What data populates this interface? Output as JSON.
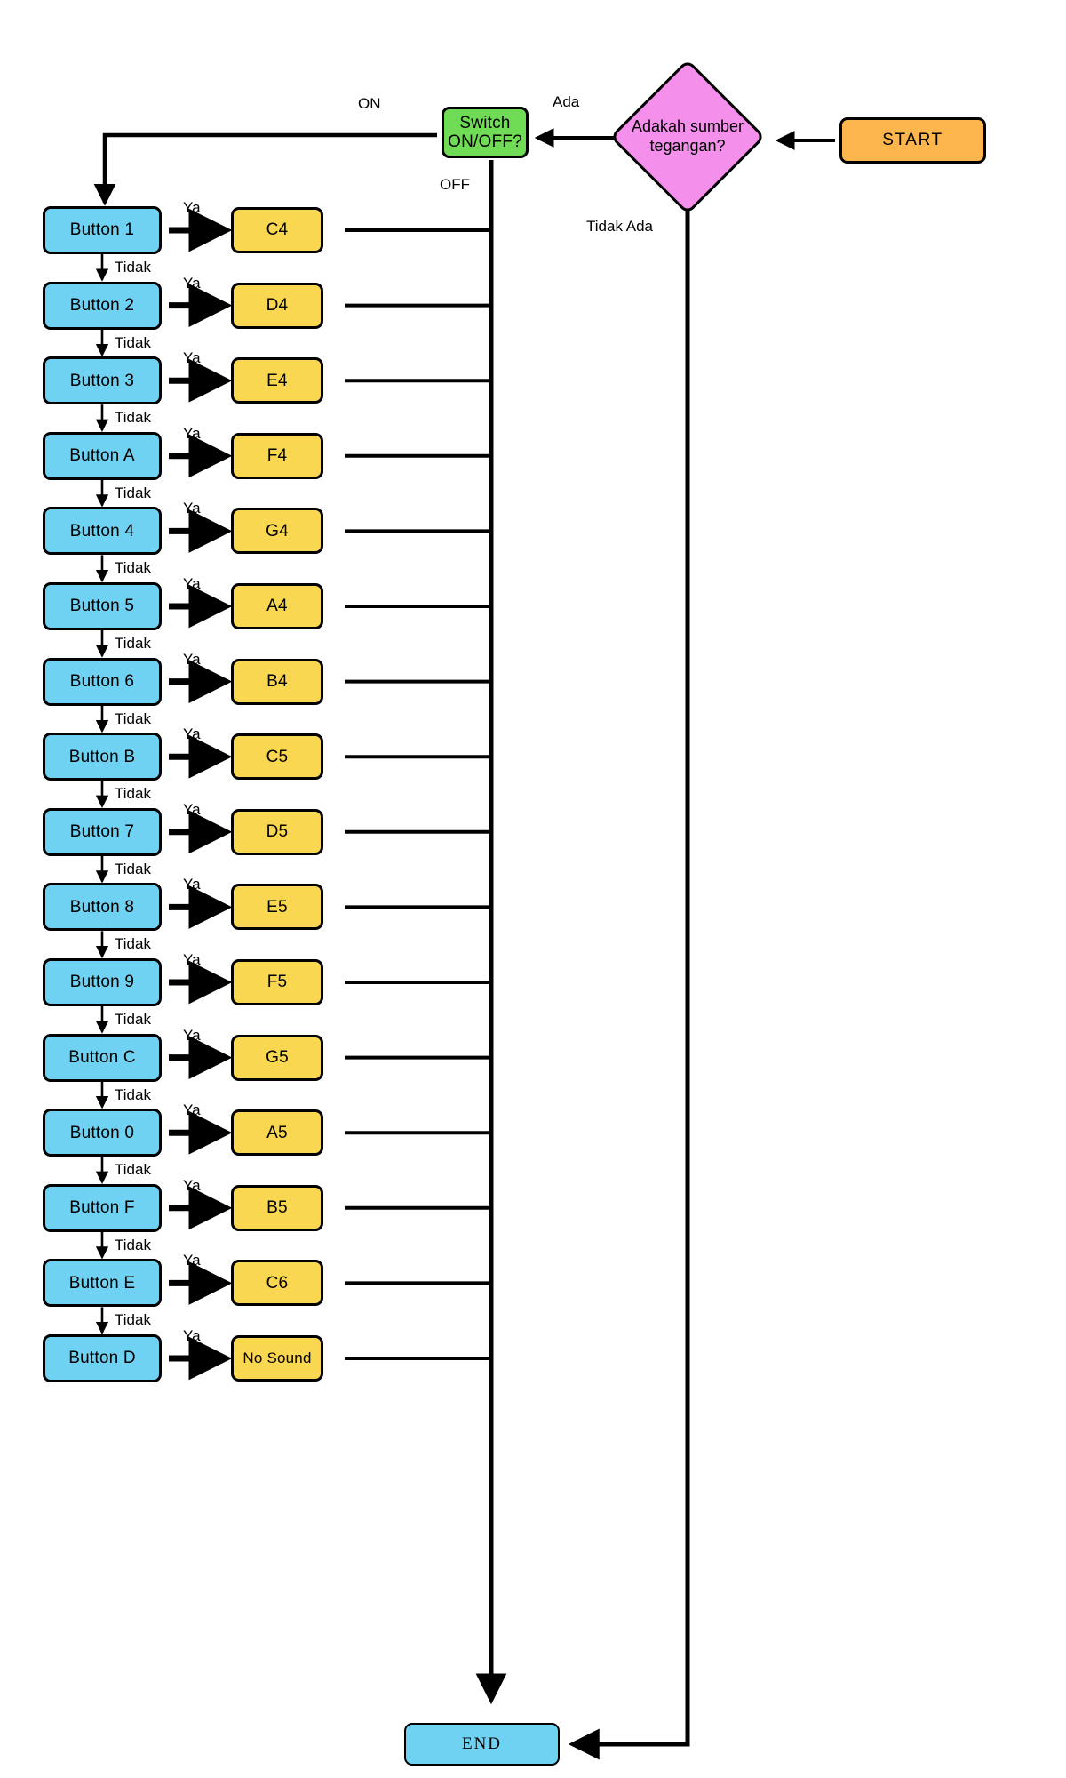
{
  "diagram": {
    "title": "Flowchart Button to Note Mapping",
    "colors": {
      "button_fill": "#6FD2F3",
      "note_fill": "#FAD750",
      "start_fill": "#FCB64D",
      "decision_fill": "#F48FEB",
      "switch_fill": "#70DC55",
      "stroke": "#000000",
      "background": "#FFFFFF"
    },
    "nodes": {
      "start": "START",
      "decision": "Adakah sumber tegangan?",
      "switch": "Switch ON/OFF?",
      "end": "END"
    },
    "edge_labels": {
      "ada": "Ada",
      "tidak_ada": "Tidak Ada",
      "on": "ON",
      "off": "OFF",
      "ya": "Ya",
      "tidak": "Tidak"
    },
    "rows": [
      {
        "button": "Button 1",
        "note": "C4"
      },
      {
        "button": "Button 2",
        "note": "D4"
      },
      {
        "button": "Button 3",
        "note": "E4"
      },
      {
        "button": "Button A",
        "note": "F4"
      },
      {
        "button": "Button 4",
        "note": "G4"
      },
      {
        "button": "Button 5",
        "note": "A4"
      },
      {
        "button": "Button 6",
        "note": "B4"
      },
      {
        "button": "Button B",
        "note": "C5"
      },
      {
        "button": "Button 7",
        "note": "D5"
      },
      {
        "button": "Button 8",
        "note": "E5"
      },
      {
        "button": "Button 9",
        "note": "F5"
      },
      {
        "button": "Button C",
        "note": "G5"
      },
      {
        "button": "Button 0",
        "note": "A5"
      },
      {
        "button": "Button F",
        "note": "B5"
      },
      {
        "button": "Button E",
        "note": "C6"
      },
      {
        "button": "Button D",
        "note": "No Sound"
      }
    ]
  }
}
